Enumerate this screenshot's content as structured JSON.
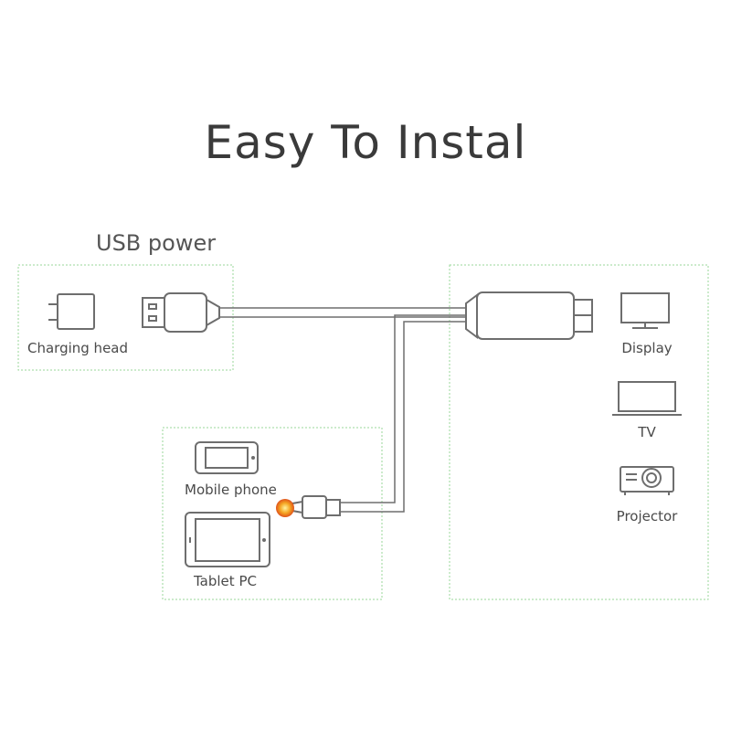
{
  "title": "Easy To Instal",
  "usb_power": {
    "heading": "USB power",
    "charging_head_label": "Charging head"
  },
  "devices_source": {
    "mobile_phone_label": "Mobile phone",
    "tablet_label": "Tablet PC"
  },
  "displays": {
    "display_label": "Display",
    "tv_label": "TV",
    "projector_label": "Projector"
  },
  "colors": {
    "box_border": "#9ad79a",
    "cable": "#6e6e6e",
    "connector_tip": "#f0a020",
    "title": "#3a3a3a"
  }
}
